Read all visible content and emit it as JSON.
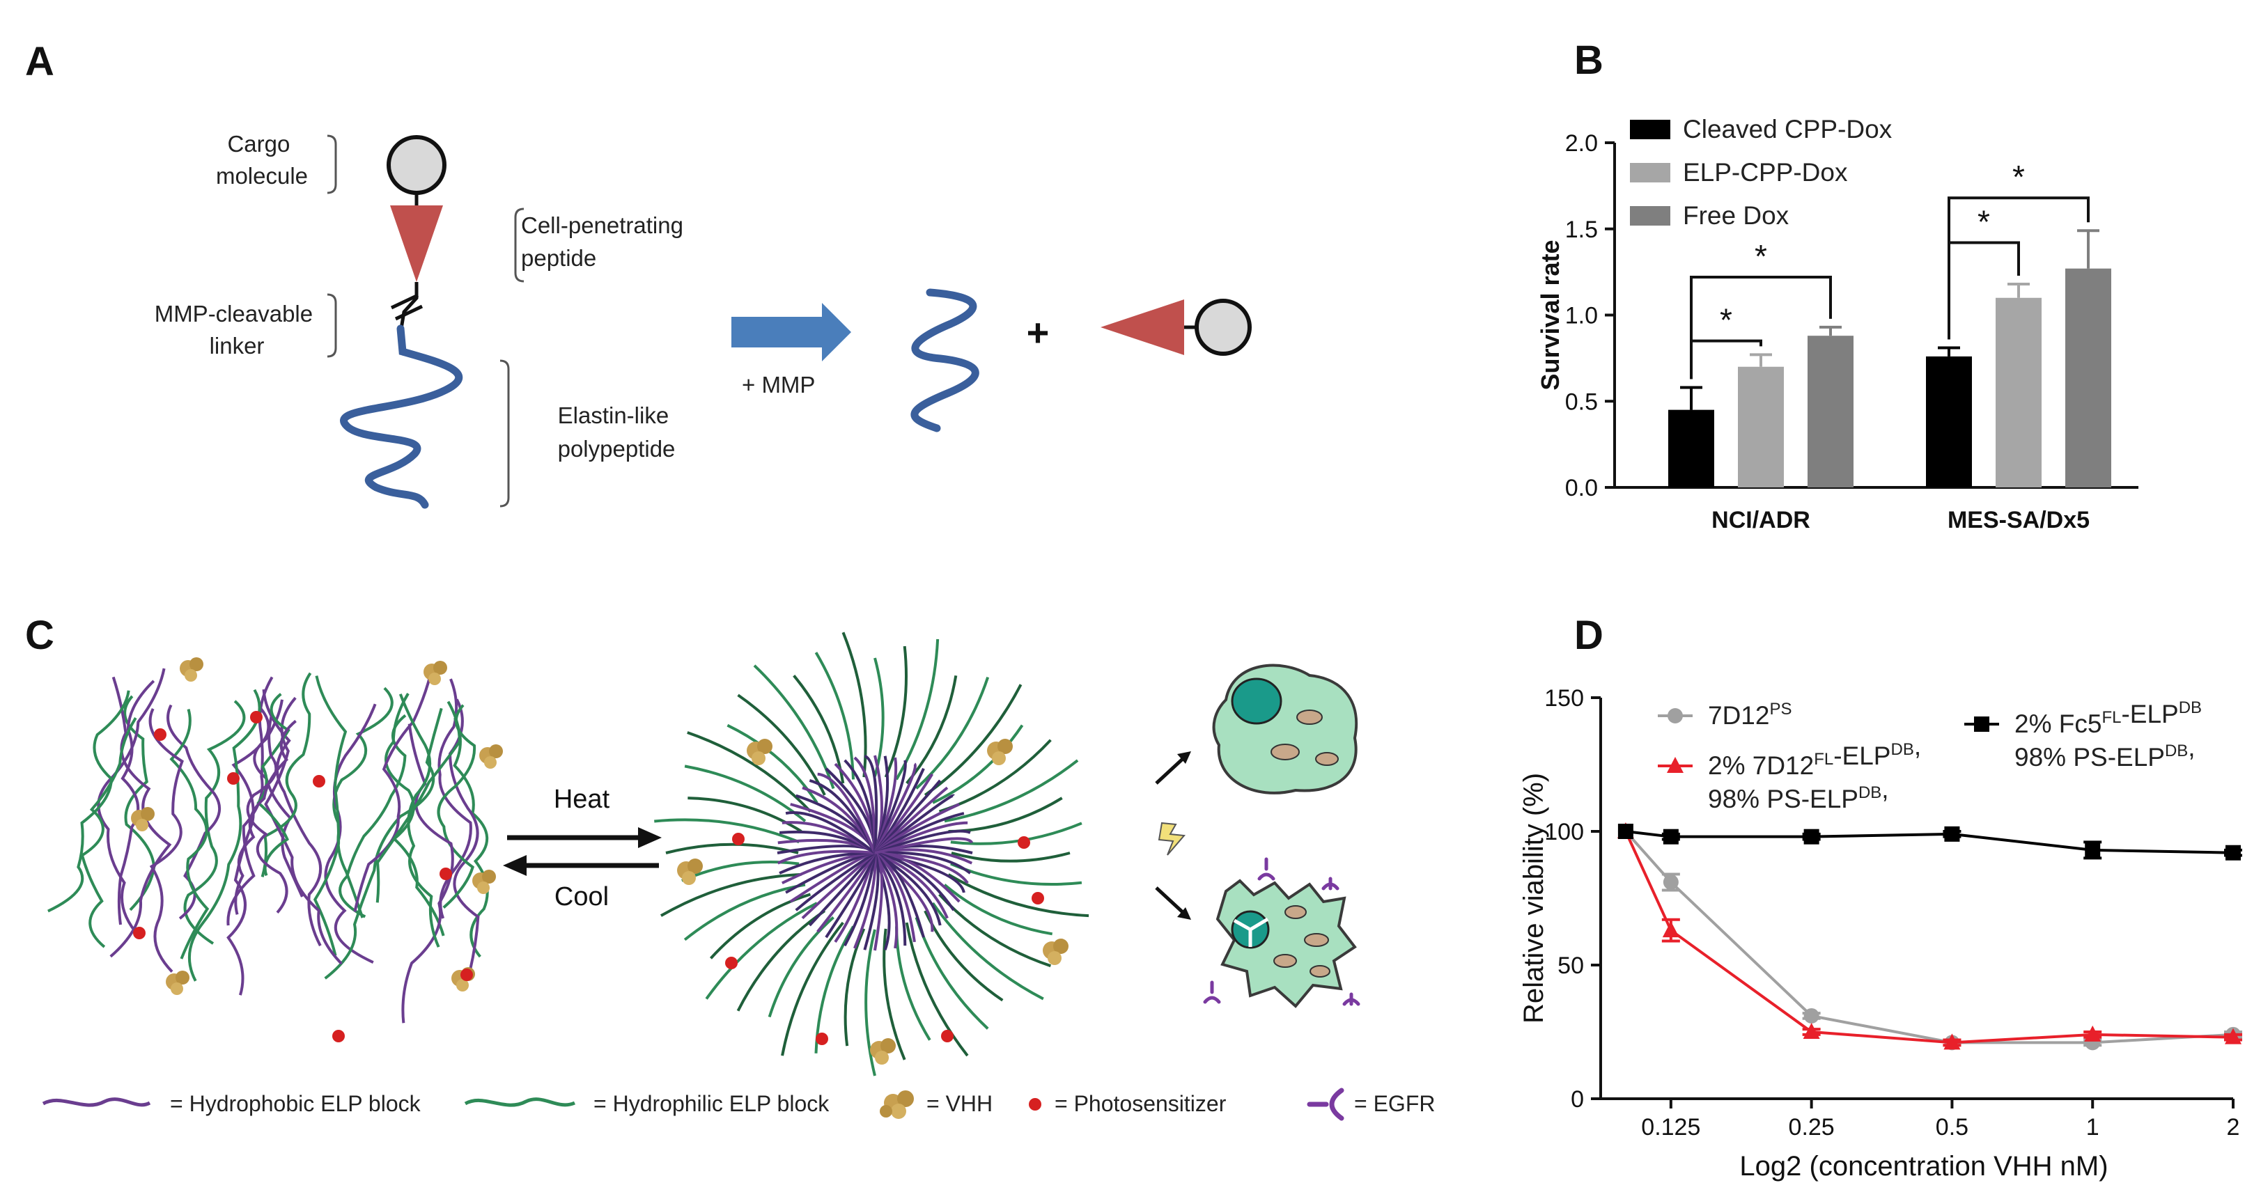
{
  "panels": {
    "A": {
      "letter": "A",
      "labels": {
        "cargo": [
          "Cargo",
          "molecule"
        ],
        "cpp": [
          "Cell-penetrating",
          "peptide"
        ],
        "linker": [
          "MMP-cleavable",
          "linker"
        ],
        "elp": [
          "Elastin-like",
          "polypeptide"
        ],
        "arrow": "+ MMP",
        "plus": "+"
      },
      "colors": {
        "elp": "#3a5f9c",
        "cpp": "#c0504d",
        "cargo": "#d9d9d9",
        "arrow": "#4a7ebb"
      }
    },
    "B": {
      "letter": "B",
      "significance": "*",
      "legend": [
        "Cleaved CPP-Dox",
        "ELP-CPP-Dox",
        "Free Dox"
      ]
    },
    "C": {
      "letter": "C",
      "heat": "Heat",
      "cool": "Cool",
      "legend": [
        "= Hydrophobic ELP block",
        "= Hydrophilic ELP block",
        "= VHH",
        "= Photosensitizer",
        "= EGFR"
      ],
      "colors": {
        "hydrophobic": "#6a3d8f",
        "hydrophilic": "#2e8b57",
        "vhh": "#c8a050",
        "ps": "#d62020",
        "egfr": "#7a3aa0",
        "cell": "#a8e0c0"
      }
    },
    "D": {
      "letter": "D",
      "legend": [
        {
          "main": "7D12",
          "sup": "PS"
        },
        {
          "parts": [
            [
              "2% 7D12",
              ""
            ],
            [
              "FL",
              "sup"
            ],
            [
              "-ELP",
              ""
            ],
            [
              "DB",
              "sup"
            ],
            [
              ",",
              ""
            ]
          ],
          "line2": [
            [
              "98% PS-ELP",
              ""
            ],
            [
              "DB",
              "sup"
            ],
            [
              ",",
              ""
            ]
          ]
        },
        {
          "parts": [
            [
              "2% Fc5",
              ""
            ],
            [
              "FL",
              "sup"
            ],
            [
              "-ELP",
              ""
            ],
            [
              "DB",
              "sup"
            ]
          ],
          "line2": [
            [
              "98% PS-ELP",
              ""
            ],
            [
              "DB",
              "sup"
            ],
            [
              ",",
              ""
            ]
          ]
        }
      ]
    }
  },
  "chart_data": [
    {
      "type": "bar",
      "panel": "B",
      "categories": [
        "NCI/ADR",
        "MES-SA/Dx5"
      ],
      "series": [
        {
          "name": "Cleaved CPP-Dox",
          "color": "#000000",
          "values": [
            0.45,
            0.76
          ],
          "errors": [
            0.13,
            0.05
          ]
        },
        {
          "name": "ELP-CPP-Dox",
          "color": "#a6a6a6",
          "values": [
            0.7,
            1.1
          ],
          "errors": [
            0.07,
            0.08
          ]
        },
        {
          "name": "Free Dox",
          "color": "#7f7f7f",
          "values": [
            0.88,
            1.27
          ],
          "errors": [
            0.05,
            0.22
          ]
        }
      ],
      "ylabel": "Survival rate",
      "ylim": [
        0,
        2.0
      ],
      "yticks": [
        "0.0",
        "0.5",
        "1.0",
        "1.5",
        "2.0"
      ],
      "significance": [
        {
          "category": 0,
          "from": 0,
          "to": 1,
          "y": 0.85
        },
        {
          "category": 0,
          "from": 0,
          "to": 2,
          "y": 1.22
        },
        {
          "category": 1,
          "from": 0,
          "to": 1,
          "y": 1.42
        },
        {
          "category": 1,
          "from": 0,
          "to": 2,
          "y": 1.68
        }
      ],
      "legend_position": "top-left"
    },
    {
      "type": "line",
      "panel": "D",
      "xlabel": "Log2 (concentration VHH nM)",
      "ylabel": "Relative viability (%)",
      "xscale": "log2",
      "xlim": [
        0.0884,
        2
      ],
      "ylim": [
        0,
        150
      ],
      "xticks": [
        "0.125",
        "0.25",
        "0.5",
        "1",
        "2"
      ],
      "yticks": [
        "0",
        "50",
        "100",
        "150"
      ],
      "series": [
        {
          "name": "7D12 PS",
          "color": "#a0a0a0",
          "marker": "circle",
          "x": [
            0.1,
            0.125,
            0.25,
            0.5,
            1,
            2
          ],
          "y": [
            100,
            81,
            31,
            21,
            21,
            24
          ],
          "err": [
            0,
            3,
            1,
            1,
            1,
            1
          ]
        },
        {
          "name": "2% 7D12 FL-ELP DB, 98% PS-ELP DB,",
          "color": "#e8202a",
          "marker": "triangle",
          "x": [
            0.1,
            0.125,
            0.25,
            0.5,
            1,
            2
          ],
          "y": [
            100,
            63,
            25,
            21,
            24,
            23
          ],
          "err": [
            0,
            4,
            1,
            1,
            1,
            1
          ]
        },
        {
          "name": "2% Fc5 FL-ELP DB, 98% PS-ELP DB,",
          "color": "#000000",
          "marker": "square",
          "x": [
            0.1,
            0.125,
            0.25,
            0.5,
            1,
            2
          ],
          "y": [
            100,
            98,
            98,
            99,
            93,
            92
          ],
          "err": [
            0,
            1,
            1,
            1,
            3,
            1
          ]
        }
      ]
    }
  ]
}
